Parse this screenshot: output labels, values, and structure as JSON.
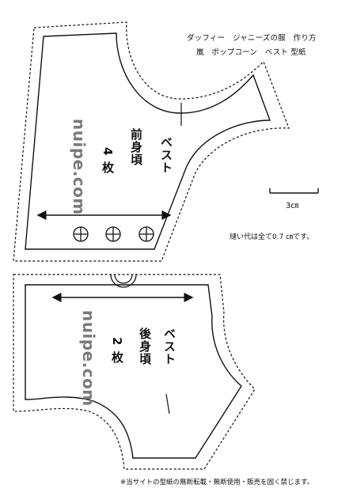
{
  "header": {
    "title_line1": "ダッフィー　ジャニーズの服　作り方",
    "title_line2": "嵐　ポップコーン　ベスト 型紙"
  },
  "scale": {
    "label": "3㎝"
  },
  "seam_note": "縫い代は全て0.7 ㎝です。",
  "front_piece": {
    "name": "ベスト",
    "part": "前身頃",
    "count": "4 枚",
    "watermark": "nuipe.com",
    "button_count": 3
  },
  "back_piece": {
    "name": "ベスト",
    "part": "後身頃",
    "count": "2 枚",
    "watermark": "nuipe.com"
  },
  "footer": "※当サイトの型紙の無断転載・無断使用・販売を固く禁じます。",
  "colors": {
    "line": "#111111",
    "watermark": "#7a7a7a",
    "background": "#ffffff"
  }
}
